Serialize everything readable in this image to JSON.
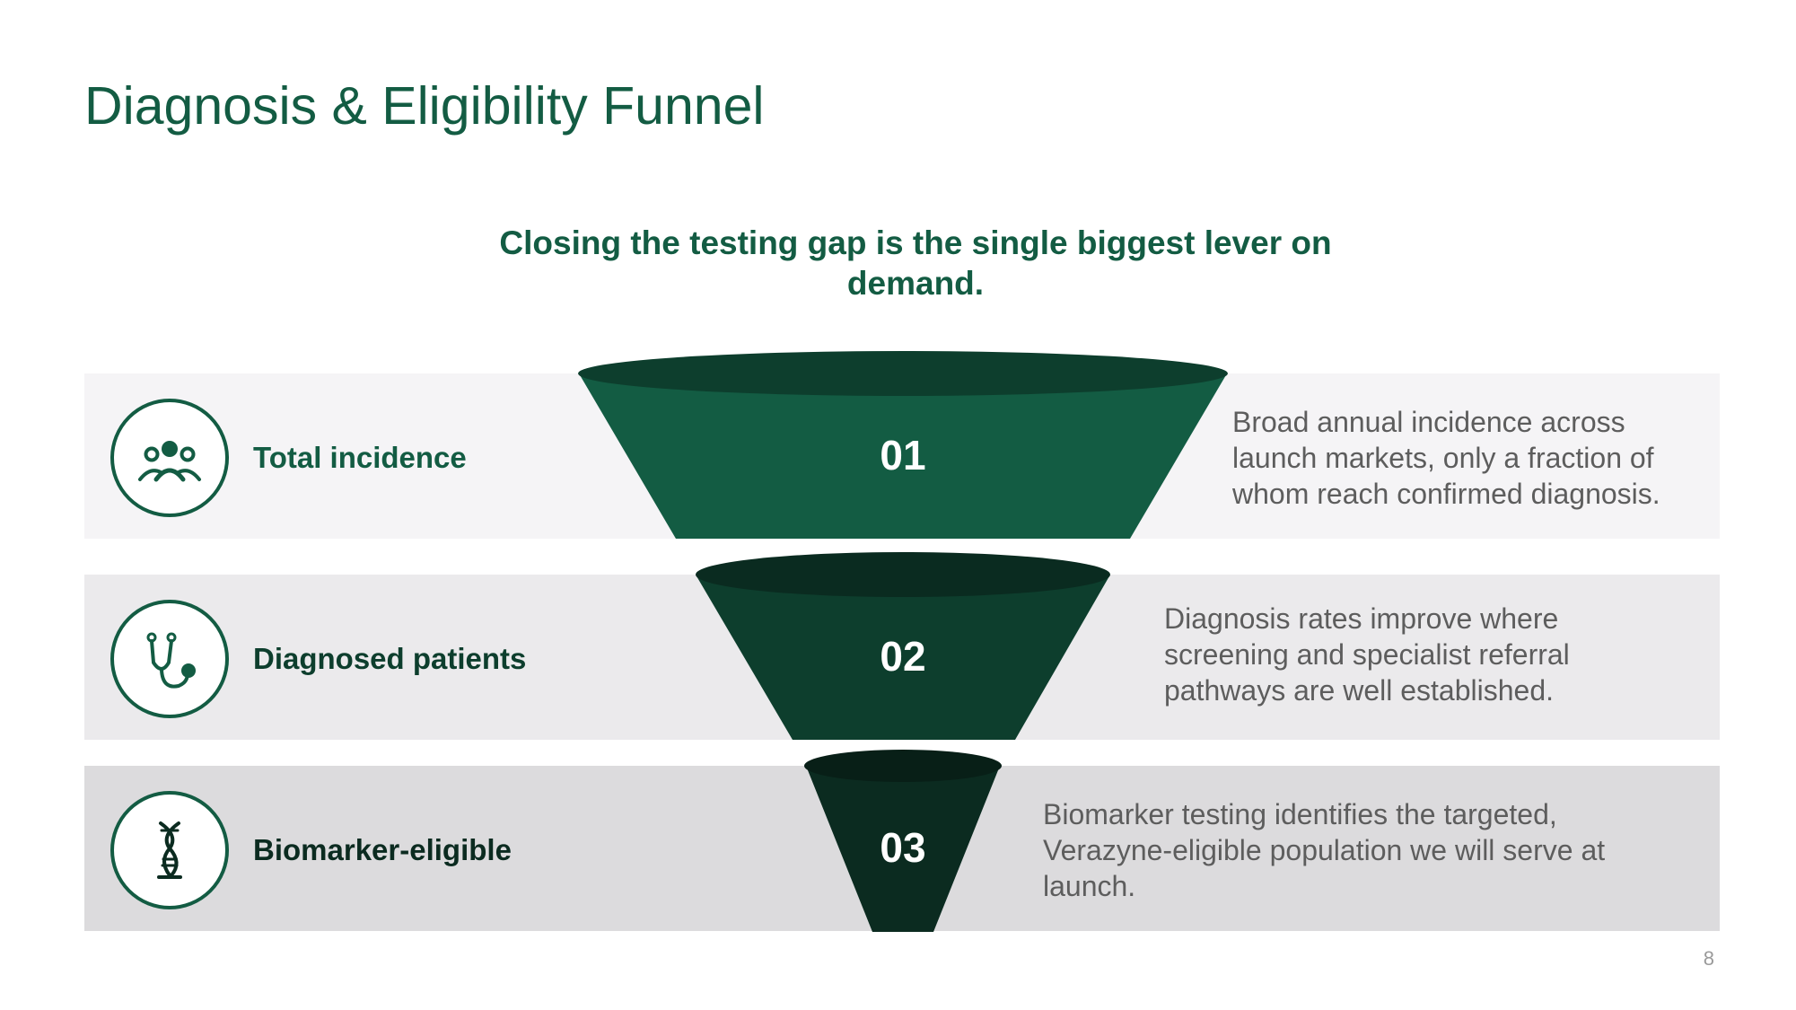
{
  "slide": {
    "title": "Diagnosis & Eligibility Funnel",
    "subtitle": "Closing the testing gap is the single biggest lever on demand.",
    "page_number": "8"
  },
  "funnel": {
    "stages": [
      {
        "number": "01",
        "label": "Total incidence",
        "icon": "people-group-icon",
        "description": "Broad annual incidence across launch markets, only a fraction of whom reach confirmed diagnosis.",
        "color": "#135c43",
        "rim_color": "#0d3e2d",
        "label_color": "#135c43"
      },
      {
        "number": "02",
        "label": "Diagnosed patients",
        "icon": "stethoscope-icon",
        "description": "Diagnosis rates improve where screening and specialist referral pathways are well established.",
        "color": "#0d3e2d",
        "rim_color": "#0a2b20",
        "label_color": "#0d3e2d"
      },
      {
        "number": "03",
        "label": "Biomarker-eligible",
        "icon": "dna-helix-icon",
        "description": "Biomarker testing identifies the targeted, Verazyne-eligible population we will serve at launch.",
        "color": "#0b2b20",
        "rim_color": "#081f17",
        "label_color": "#0b2b20"
      }
    ]
  }
}
